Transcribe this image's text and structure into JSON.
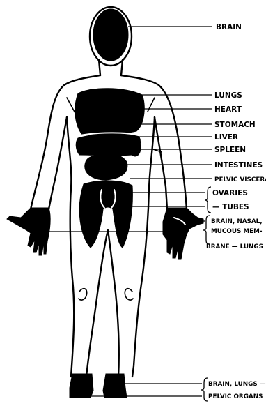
{
  "labels": {
    "brain": "BRAIN",
    "lungs": "LUNGS",
    "heart": "HEART",
    "stomach": "STOMACH",
    "liver": "LIVER",
    "spleen": "SPLEEN",
    "intestines": "INTESTINES",
    "pelvic_viscera": "PELVIC VISCERA",
    "ovaries": "OVARIES",
    "tubes": "— TUBES",
    "hands_line1": "BRAIN, NASAL,",
    "hands_line2": "MUCOUS MEM-",
    "hands_line3": "BRANE — LUNGS",
    "feet_line1": "BRAIN, LUNGS —",
    "feet_line2": "PELVIC ORGANS"
  },
  "colors": {
    "ink": "#000000",
    "paper": "#ffffff"
  }
}
